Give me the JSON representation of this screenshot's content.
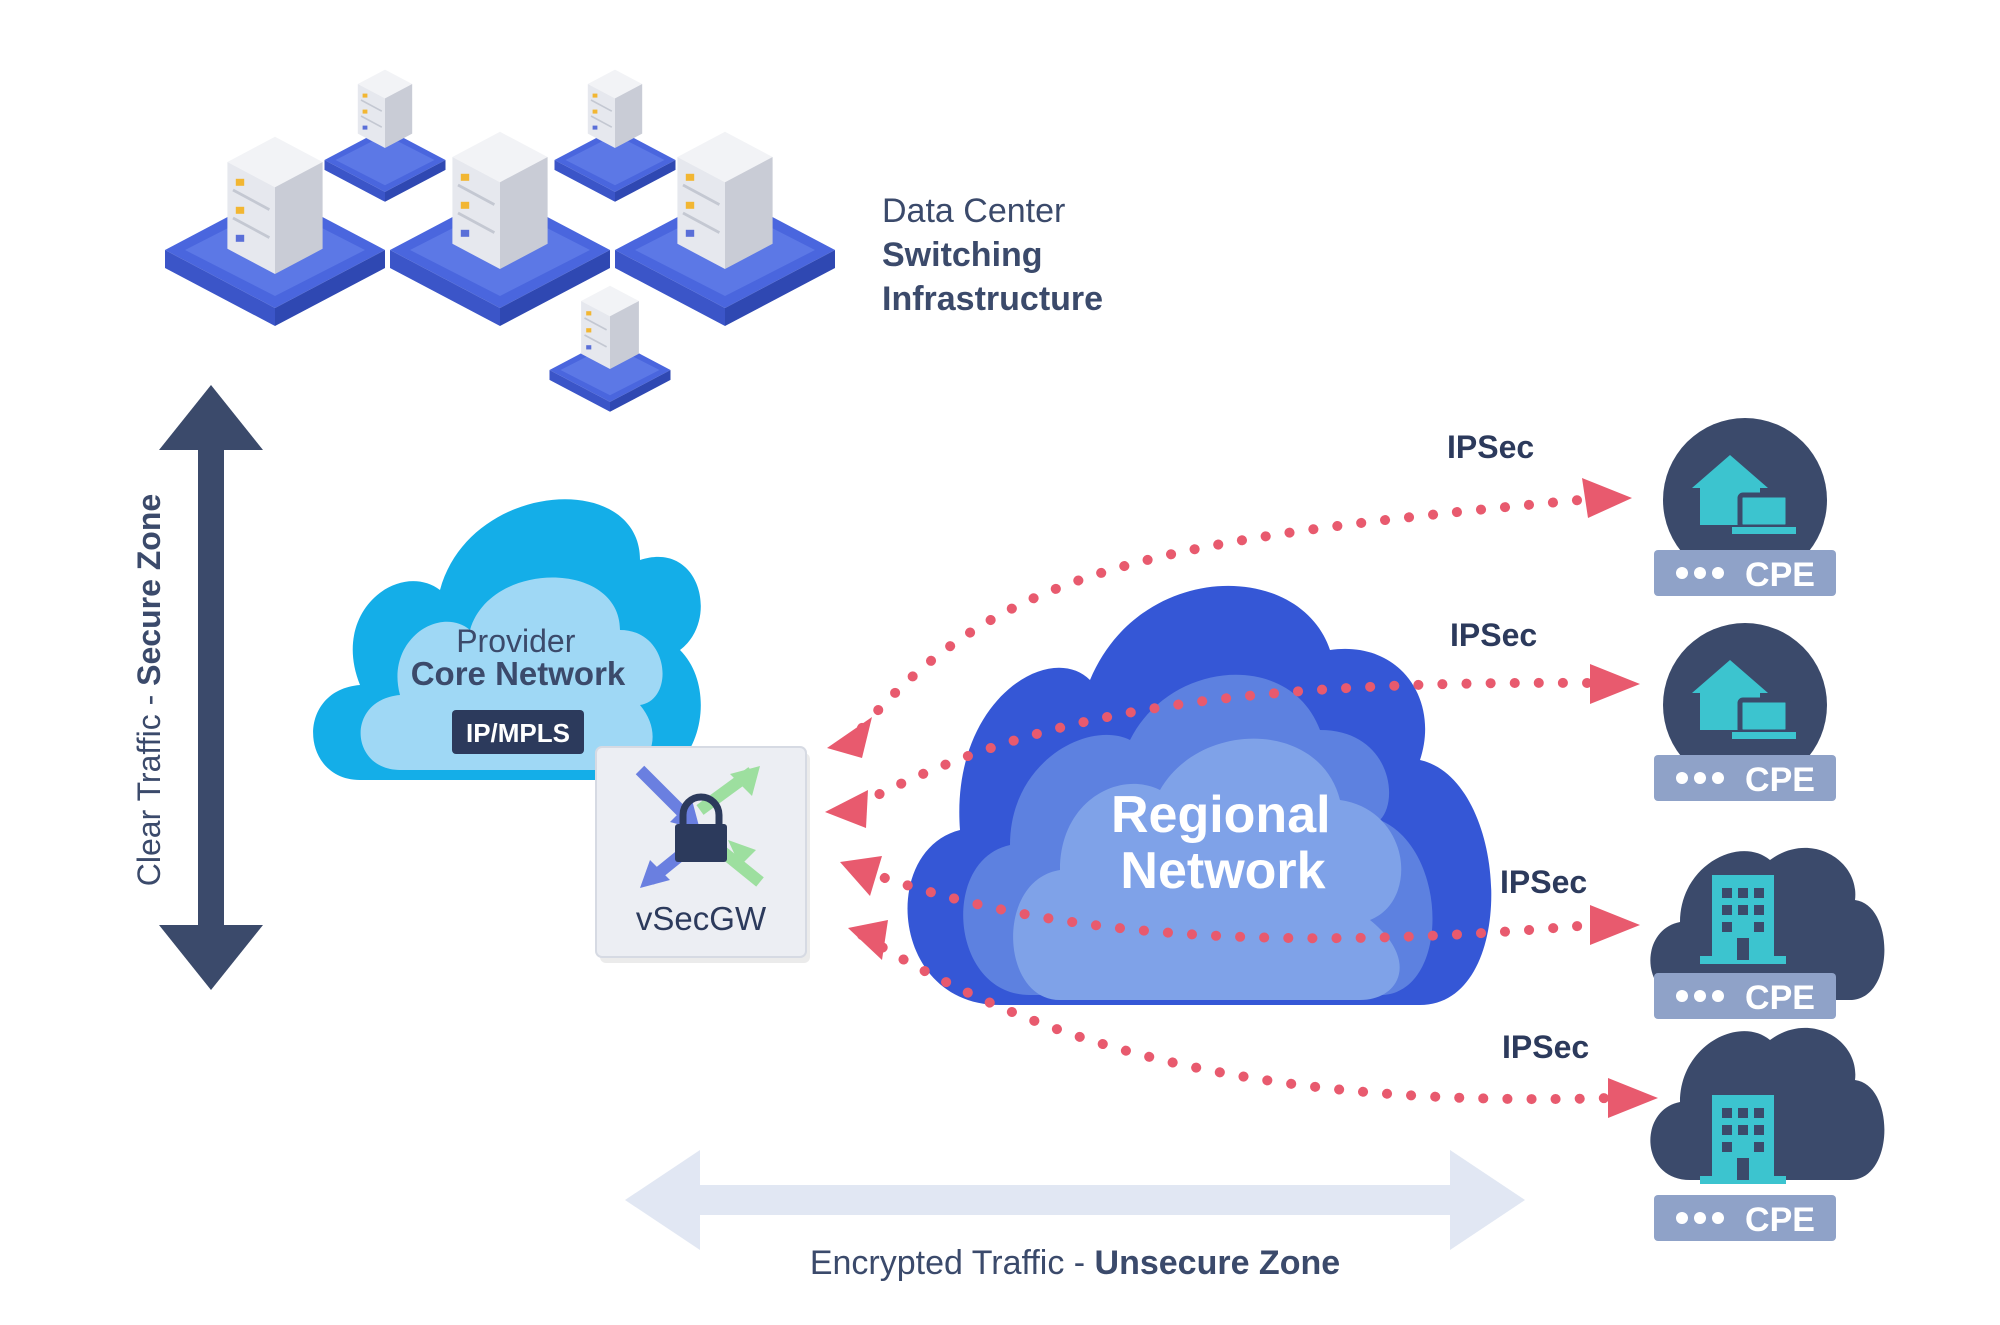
{
  "data_center": {
    "line1": "Data Center",
    "line2": "Switching",
    "line3": "Infrastructure"
  },
  "secure_zone": {
    "prefix": "Clear Traffic - ",
    "bold": "Secure Zone"
  },
  "unsecure_zone": {
    "prefix": "Encrypted Traffic - ",
    "bold": "Unsecure Zone"
  },
  "provider": {
    "line1": "Provider",
    "line2": "Core Network",
    "badge": "IP/MPLS"
  },
  "gateway": {
    "label": "vSecGW",
    "icon": "lock-arrows-icon"
  },
  "regional": {
    "line1": "Regional",
    "line2": "Network"
  },
  "tunnels": [
    {
      "label": "IPSec"
    },
    {
      "label": "IPSec"
    },
    {
      "label": "IPSec"
    },
    {
      "label": "IPSec"
    }
  ],
  "cpes": [
    {
      "label": "CPE",
      "icon": "home-office-icon"
    },
    {
      "label": "CPE",
      "icon": "home-office-icon"
    },
    {
      "label": "CPE",
      "icon": "office-building-icon"
    },
    {
      "label": "CPE",
      "icon": "office-building-icon"
    }
  ],
  "colors": {
    "navy": "#3b4a6b",
    "ipsec_dots": "#e85a6e",
    "regional_dark": "#3557d6",
    "regional_light": "#7fa2e8",
    "provider_dark": "#14aee8",
    "provider_light": "#9fd8f5",
    "cpe_icon": "#3cc4cf",
    "encrypted_arrow": "#e1e7f3"
  }
}
